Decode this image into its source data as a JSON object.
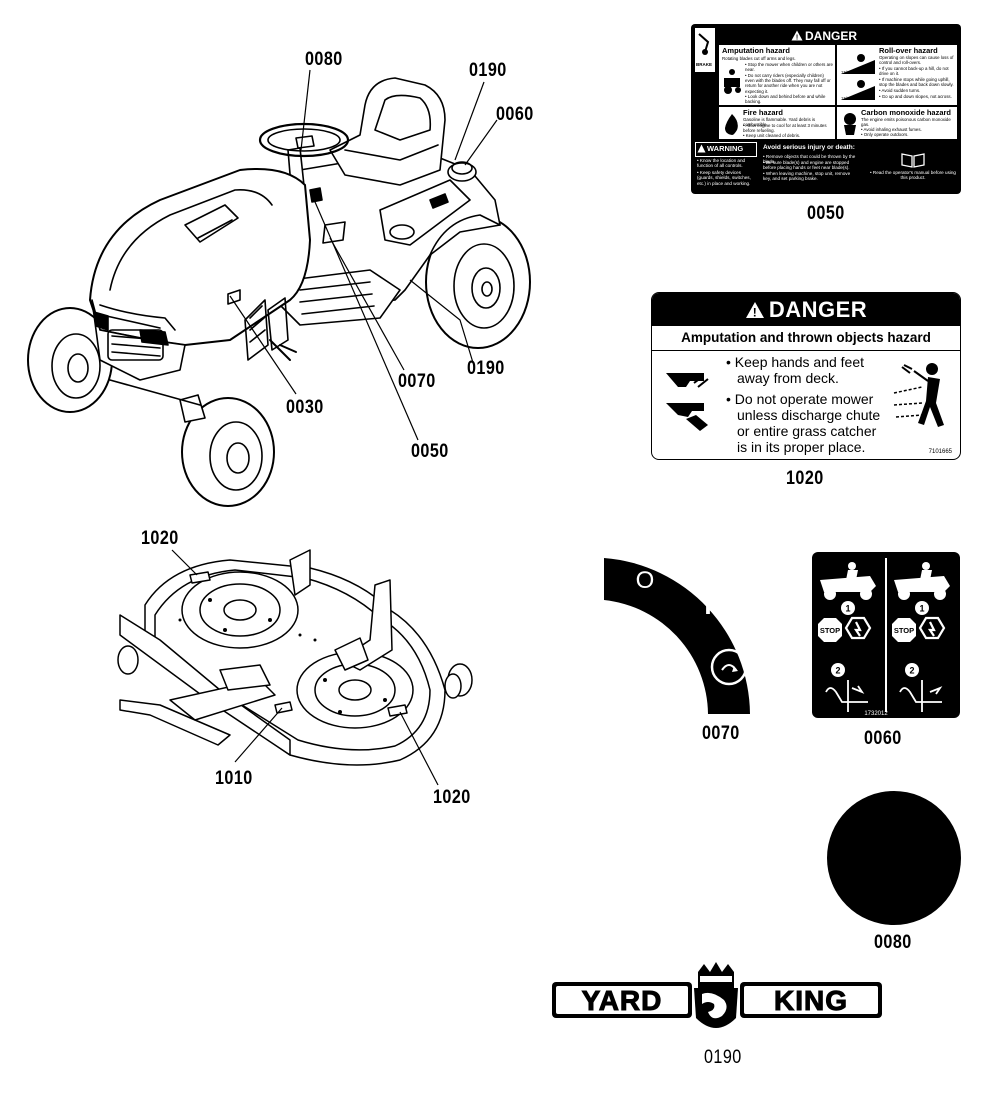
{
  "callouts": {
    "c0080_top": "0080",
    "c0190_top": "0190",
    "c0060_top": "0060",
    "c0030": "0030",
    "c0070_mid": "0070",
    "c0190_mid": "0190",
    "c0050_mid": "0050",
    "c1020_deck_top": "1020",
    "c1010": "1010",
    "c1020_deck_bottom": "1020",
    "c0050_decal": "0050",
    "c1020_decal": "1020",
    "c0070_decal": "0070",
    "c0060_decal": "0060",
    "c0080_decal": "0080",
    "c0190_decal": "0190"
  },
  "decal_1020": {
    "header": "DANGER",
    "subheader": "Amputation and thrown objects hazard",
    "bullet1_line1": "• Keep hands and feet",
    "bullet1_line2": "away from deck.",
    "bullet2_line1": "• Do not operate mower",
    "bullet2_line2": "unless discharge chute",
    "bullet2_line3": "or entire grass catcher",
    "bullet2_line4": "is in its proper place.",
    "part_number": "7101665"
  },
  "decal_0050": {
    "header": "DANGER",
    "brake": "BRAKE",
    "amputation_title": "Amputation hazard",
    "amputation_text": "Rotating blades cut off arms and legs.",
    "amputation_b1": "• Stop the mower when children or others are near.",
    "amputation_b2": "• Do not carry riders (especially children) even with the blades off. They may fall off or return for another ride when you are not expecting it.",
    "amputation_b3": "• Look down and behind before and while backing.",
    "rollover_title": "Roll-over hazard",
    "rollover_b0": "Operating on slopes can cause loss of control and roll-overs.",
    "rollover_b1": "• If you cannot back-up a hill, do not drive on it.",
    "rollover_b2": "• If machine stops while going uphill, stop the blades and back down slowly.",
    "rollover_b3": "• Avoid sudden turns.",
    "rollover_b4": "• Go up and down slopes, not across.",
    "slope1": "15° Max.",
    "slope2": "15° Max.",
    "fire_title": "Fire hazard",
    "fire_text": "Gasoline is flammable. Yard debris is combustible.",
    "fire_b1": "• Allow engine to cool for at least 3 minutes before refueling.",
    "fire_b2": "• Keep unit cleaned of debris.",
    "co_title": "Carbon monoxide hazard",
    "co_text": "The engine emits poisonous carbon monoxide gas.",
    "co_b1": "• Avoid inhaling exhaust fumes.",
    "co_b2": "• Only operate outdoors.",
    "warning_label": "WARNING",
    "avoid_title": "Avoid serious injury or death:",
    "avoid_b1": "• Remove objects that could be thrown by the blade.",
    "avoid_b2": "• Be sure blade(s) and engine are stopped before placing hands or feet near blade(s).",
    "avoid_b3": "• When leaving machine, stop unit, remove key, and set parking brake.",
    "warn_b1": "• Know the location and function of all controls.",
    "warn_b2": "• Keep safety devices (guards, shields, switches, etc.) in place and working.",
    "manual": "• Read the operator's manual before using this product."
  },
  "decal_0070": {
    "off_symbol": "O",
    "on_symbol": "I"
  },
  "decal_0060": {
    "step1": "1",
    "step2": "2",
    "stop_left": "STOP",
    "stop_right": "STOP",
    "part_number": "1732012"
  },
  "logo": {
    "left_word": "YARD",
    "right_word": "KING"
  }
}
